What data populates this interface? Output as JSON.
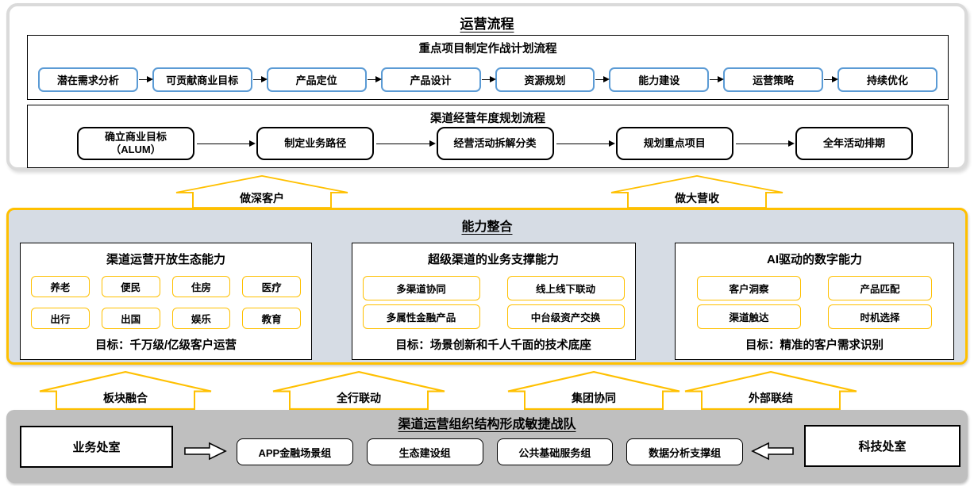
{
  "top": {
    "title": "运营流程",
    "flow1": {
      "title": "重点项目制定作战计划流程",
      "steps": [
        "潜在需求分析",
        "可贡献商业目标",
        "产品定位",
        "产品设计",
        "资源规划",
        "能力建设",
        "运营策略",
        "持续优化"
      ]
    },
    "flow2": {
      "title": "渠道经营年度规划流程",
      "steps": [
        "确立商业目标\n（ALUM）",
        "制定业务路径",
        "经营活动拆解分类",
        "规划重点项目",
        "全年活动排期"
      ]
    }
  },
  "upper_connectors": [
    "做深客户",
    "做大营收"
  ],
  "middle": {
    "title": "能力整合",
    "panels": [
      {
        "title": "渠道运营开放生态能力",
        "items": [
          "养老",
          "便民",
          "住房",
          "医疗",
          "出行",
          "出国",
          "娱乐",
          "教育"
        ],
        "goal": "目标：千万级/亿级客户运营"
      },
      {
        "title": "超级渠道的业务支撑能力",
        "items": [
          "多渠道协同",
          "线上线下联动",
          "多属性金融产品",
          "中台级资产交换"
        ],
        "goal": "目标：场景创新和千人千面的技术底座"
      },
      {
        "title": "AI驱动的数字能力",
        "items": [
          "客户洞察",
          "产品匹配",
          "渠道触达",
          "时机选择"
        ],
        "goal": "目标：精准的客户需求识别"
      }
    ]
  },
  "lower_connectors": [
    "板块融合",
    "全行联动",
    "集团协同",
    "外部联结"
  ],
  "bottom": {
    "title": "渠道运营组织结构形成敏捷战队",
    "left_box": "业务处室",
    "right_box": "科技处室",
    "teams": [
      "APP金融场景组",
      "生态建设组",
      "公共基础服务组",
      "数据分析支撑组"
    ]
  },
  "colors": {
    "accent_orange": "#FFC000",
    "accent_blue": "#5B9BD5",
    "middle_bg": "#D6DCE4",
    "bottom_bg": "#BFBFBF"
  }
}
